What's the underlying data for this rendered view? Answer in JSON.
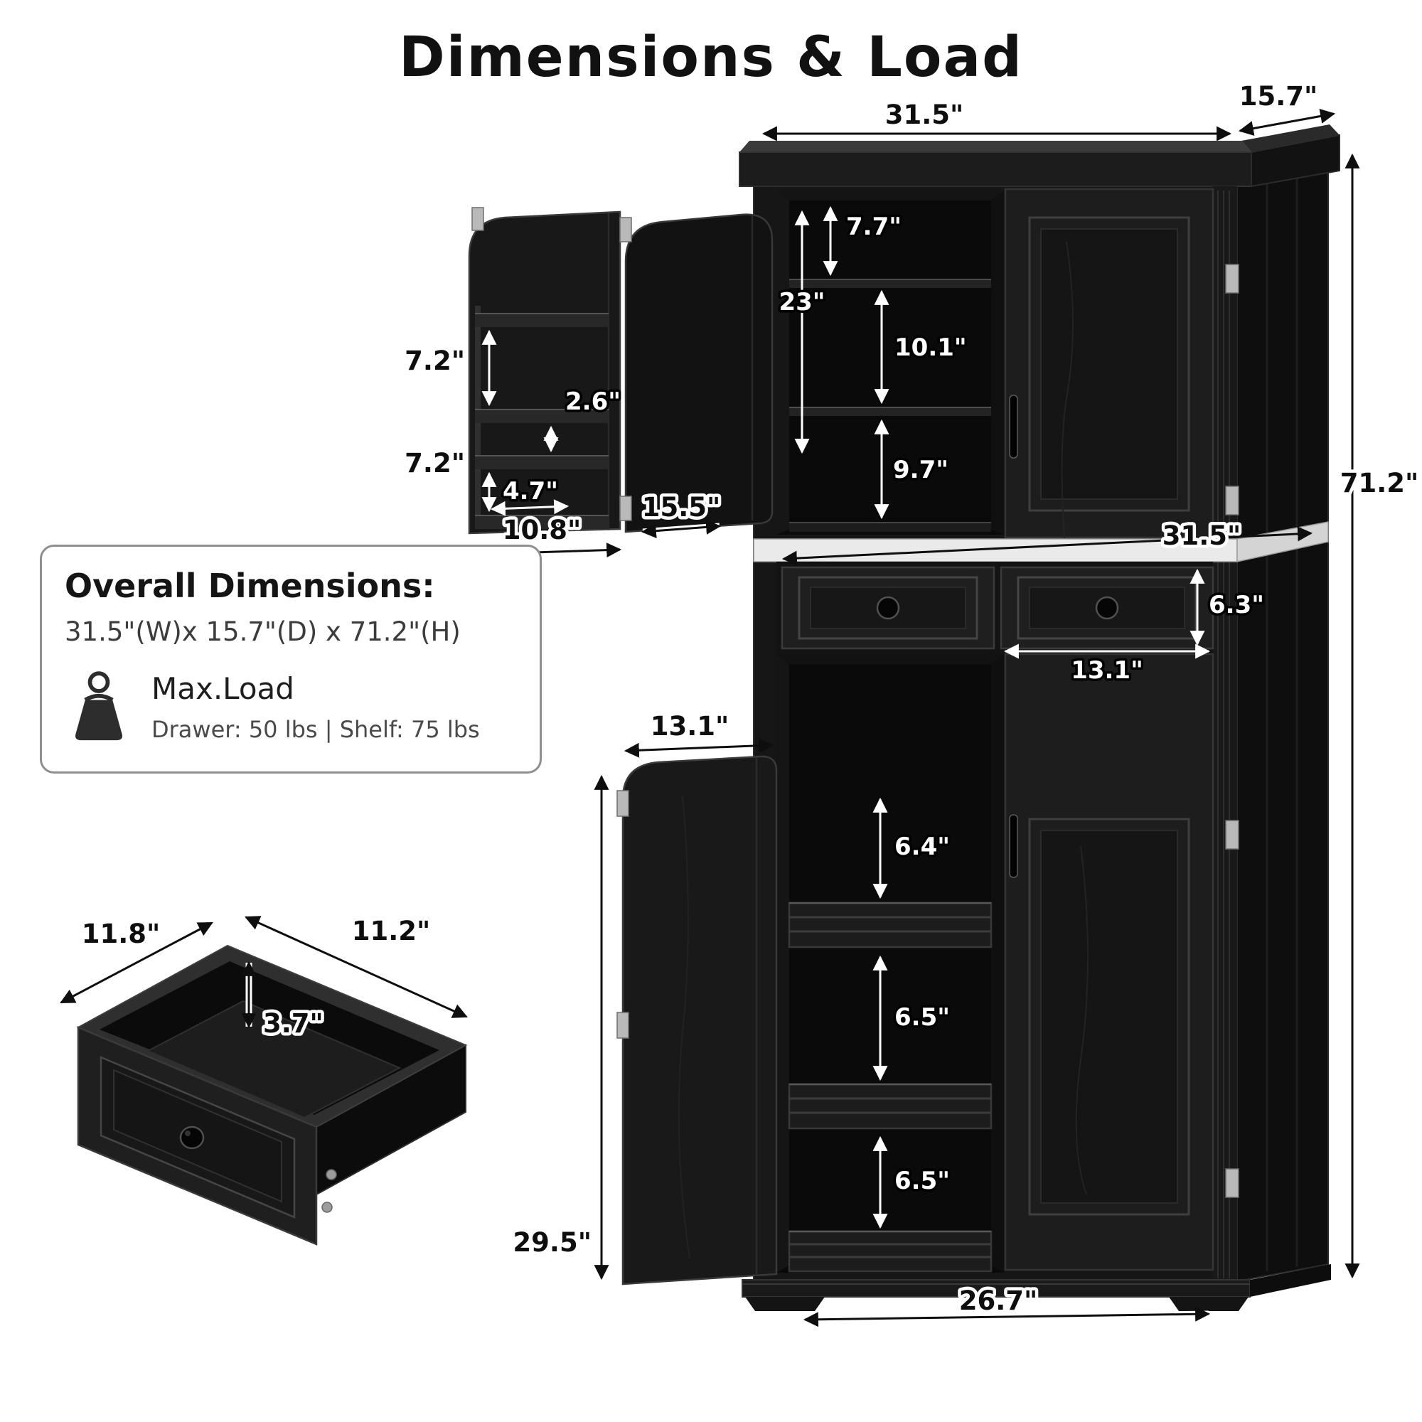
{
  "page": {
    "title": "Dimensions & Load",
    "background": "#ffffff"
  },
  "info_box": {
    "heading": "Overall Dimensions:",
    "dimensions": "31.5\"(W)x 15.7\"(D) x 71.2\"(H)",
    "max_load_label": "Max.Load",
    "load_details": "Drawer: 50 lbs | Shelf: 75 lbs"
  },
  "colors": {
    "cabinet_black": "#161616",
    "dimension_text_dark": "#0e0e0e",
    "dimension_text_light": "#ffffff",
    "hinge_silver": "#b9b9b9",
    "shelf_band_light": "#eaeaea"
  },
  "cabinet": {
    "top_width": "31.5\"",
    "top_depth": "15.7\"",
    "overall_height": "71.2\"",
    "upper_shelf_gap_top": "7.7\"",
    "upper_door_open_span": "23\"",
    "upper_shelf_gap_middle": "10.1\"",
    "upper_shelf_gap_bottom": "9.7\"",
    "door_rack_gap_top": "7.2\"",
    "door_rack_gap_small": "2.6\"",
    "door_rack_gap_bottom": "7.2\"",
    "door_rack_depth": "4.7\"",
    "upper_door_width": "10.8\"",
    "upper_interior_depth": "15.5\"",
    "middle_shelf_width": "31.5\"",
    "drawer_front_height": "6.3\"",
    "drawer_front_width": "13.1\"",
    "lower_door_width": "13.1\"",
    "lower_shelf_gap_top": "6.4\"",
    "lower_shelf_gap_middle": "6.5\"",
    "lower_shelf_gap_bottom": "6.5\"",
    "lower_door_height": "29.5\"",
    "base_width": "26.7\""
  },
  "drawer": {
    "width": "11.8\"",
    "depth": "11.2\"",
    "height": "3.7\""
  }
}
